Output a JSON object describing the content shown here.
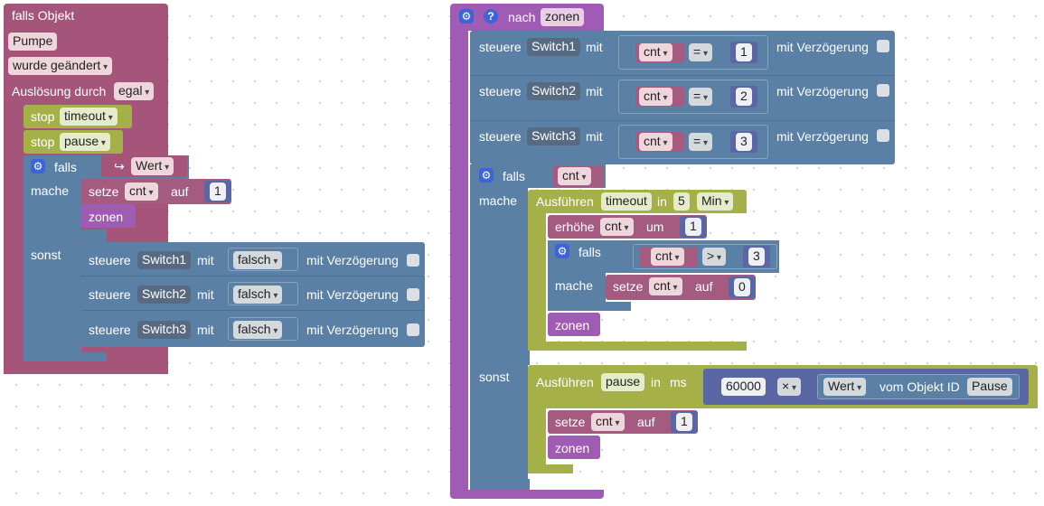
{
  "left": {
    "hat": {
      "title": "falls Objekt",
      "object": "Pumpe",
      "event": "wurde geändert",
      "trigger_label": "Auslösung durch",
      "trigger_value": "egal"
    },
    "stop1": {
      "label": "stop",
      "value": "timeout"
    },
    "stop2": {
      "label": "stop",
      "value": "pause"
    },
    "if": {
      "falls": "falls",
      "mache": "mache",
      "sonst": "sonst",
      "cond_arrow": "↪",
      "cond_value": "Wert"
    },
    "setze": {
      "label": "setze",
      "var": "cnt",
      "auf": "auf",
      "value": "1"
    },
    "call": "zonen",
    "controls": [
      {
        "label": "steuere",
        "target": "Switch1",
        "mit": "mit",
        "value": "falsch",
        "delay": "mit Verzögerung"
      },
      {
        "label": "steuere",
        "target": "Switch2",
        "mit": "mit",
        "value": "falsch",
        "delay": "mit Verzögerung"
      },
      {
        "label": "steuere",
        "target": "Switch3",
        "mit": "mit",
        "value": "falsch",
        "delay": "mit Verzögerung"
      }
    ]
  },
  "right": {
    "func": {
      "nach": "nach",
      "name": "zonen"
    },
    "controls": [
      {
        "label": "steuere",
        "target": "Switch1",
        "mit": "mit",
        "var": "cnt",
        "op": "=",
        "value": "1",
        "delay": "mit Verzögerung"
      },
      {
        "label": "steuere",
        "target": "Switch2",
        "mit": "mit",
        "var": "cnt",
        "op": "=",
        "value": "2",
        "delay": "mit Verzögerung"
      },
      {
        "label": "steuere",
        "target": "Switch3",
        "mit": "mit",
        "var": "cnt",
        "op": "=",
        "value": "3",
        "delay": "mit Verzögerung"
      }
    ],
    "if": {
      "falls": "falls",
      "mache": "mache",
      "sonst": "sonst",
      "var": "cnt"
    },
    "timeout": {
      "label": "Ausführen",
      "name": "timeout",
      "in": "in",
      "value": "5",
      "unit": "Min"
    },
    "inc": {
      "label": "erhöhe",
      "var": "cnt",
      "um": "um",
      "value": "1"
    },
    "inner_if": {
      "falls": "falls",
      "mache": "mache",
      "var": "cnt",
      "op": ">",
      "value": "3"
    },
    "reset": {
      "label": "setze",
      "var": "cnt",
      "auf": "auf",
      "value": "0"
    },
    "call1": "zonen",
    "pause": {
      "label": "Ausführen",
      "name": "pause",
      "in": "in",
      "unit": "ms",
      "value": "60000",
      "op": "×",
      "prop": "Wert",
      "vom": "vom Objekt ID",
      "obj": "Pause"
    },
    "set2": {
      "label": "setze",
      "var": "cnt",
      "auf": "auf",
      "value": "1"
    },
    "call2": "zonen"
  }
}
